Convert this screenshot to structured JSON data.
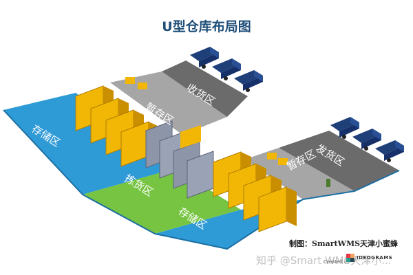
{
  "title": "U型仓库布局图",
  "zones": {
    "receiving": "收货区",
    "staging_receiving": "暂存区",
    "storage_left": "存储区",
    "picking": "拣货区",
    "storage_bottom": "存储区",
    "staging_shipping": "暂存区",
    "shipping": "发货区"
  },
  "colors": {
    "title": "#1f4e79",
    "receiving_floor": "#6b6b6b",
    "staging_floor": "#a6a6a6",
    "storage_floor": "#2e9ad6",
    "picking_floor": "#76c442",
    "truck_cab": "#1f3f78",
    "rack_yellow": "#f2b705"
  },
  "credit": "制图：SmartWMS天津小蜜蜂",
  "watermark": "知乎 @Smart WMS天津小...",
  "created_in": "Created in",
  "logo_text": "IDEOGRAMS"
}
